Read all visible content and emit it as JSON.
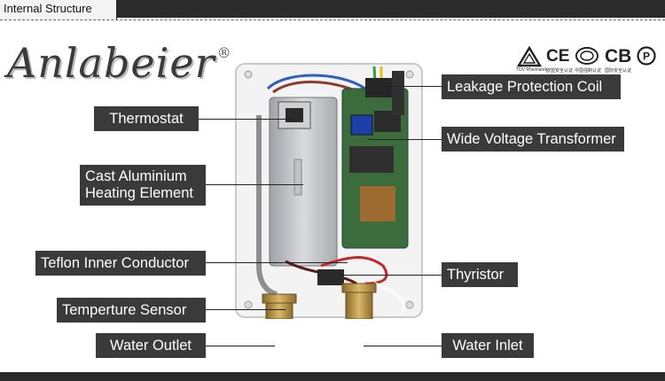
{
  "header": {
    "title": "Internal Structure"
  },
  "brand": {
    "name": "Anlabeier",
    "reg": "®"
  },
  "certifications": [
    {
      "mark": "⚠",
      "caption": "TÜV Rheinland",
      "icon": "tuv-icon"
    },
    {
      "mark": "CE",
      "caption": "欧盟安全认证",
      "icon": "ce-icon"
    },
    {
      "mark": "CCC",
      "caption": "中国强制认证",
      "icon": "ccc-icon"
    },
    {
      "mark": "CB",
      "caption": "国际安全认证",
      "icon": "cb-icon"
    },
    {
      "mark": "Ⓟ",
      "caption": "",
      "icon": "p-icon"
    }
  ],
  "labels": {
    "leakage_protection_coil": "Leakage Protection Coil",
    "thermostat": "Thermostat",
    "wide_voltage_transformer": "Wide Voltage Transformer",
    "cast_aluminium_1": "Cast Aluminium",
    "cast_aluminium_2": "Heating Element",
    "teflon_inner_conductor": "Teflon Inner Conductor",
    "thyristor": "Thyristor",
    "temperature_sensor": "Temperture Sensor",
    "water_outlet": "Water Outlet",
    "water_inlet": "Water Inlet"
  },
  "colors": {
    "bar": "#2b2b2b",
    "label_bg": "#3a3a3a",
    "label_text": "#ffffff"
  }
}
